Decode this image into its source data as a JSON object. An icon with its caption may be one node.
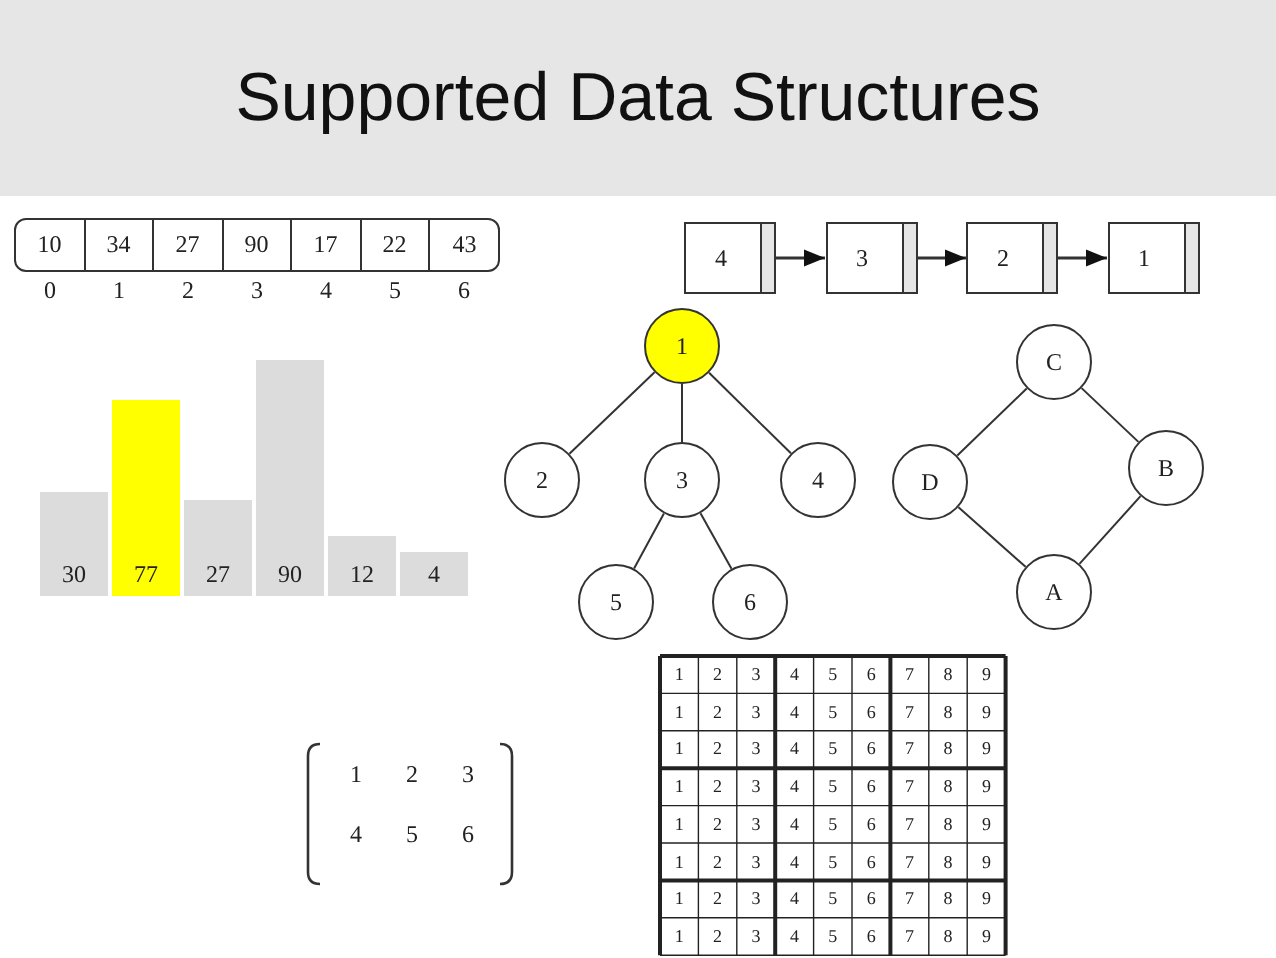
{
  "diagram": {
    "title": "Supported Data Structures",
    "nodes": [
      {
        "text": [
          "10"
        ]
      },
      {
        "text": [
          "34"
        ]
      },
      {
        "text": [
          "27"
        ]
      },
      {
        "text": [
          "90"
        ]
      },
      {
        "text": [
          "17"
        ]
      },
      {
        "text": [
          "22"
        ]
      },
      {
        "text": [
          "43"
        ]
      },
      {
        "text": [
          "4"
        ]
      },
      {
        "text": [
          "3"
        ]
      },
      {
        "text": [
          "2"
        ]
      },
      {
        "text": [
          "1"
        ]
      },
      {
        "text": [
          "30"
        ]
      },
      {
        "text": [
          "77"
        ]
      },
      {
        "text": [
          "27"
        ]
      },
      {
        "text": [
          "90"
        ]
      },
      {
        "text": [
          "12"
        ]
      },
      {
        "text": [
          "4"
        ]
      },
      {
        "text": [
          "1"
        ]
      },
      {
        "text": [
          "2"
        ]
      },
      {
        "text": [
          "3"
        ]
      },
      {
        "text": [
          "4"
        ]
      },
      {
        "text": [
          "5"
        ]
      },
      {
        "text": [
          "6"
        ]
      },
      {
        "text": [
          "C"
        ]
      },
      {
        "text": [
          "D"
        ]
      },
      {
        "text": [
          "B"
        ]
      },
      {
        "text": [
          "A"
        ]
      }
    ],
    "edges": [
      {
        "from": 7,
        "to": 8,
        "arrow": "to"
      },
      {
        "from": 8,
        "to": 9,
        "arrow": "to"
      },
      {
        "from": 9,
        "to": 10,
        "arrow": "to"
      },
      {
        "from": 17,
        "to": 18,
        "arrow": "none"
      },
      {
        "from": 17,
        "to": 19,
        "arrow": "none"
      },
      {
        "from": 17,
        "to": 20,
        "arrow": "none"
      },
      {
        "from": 19,
        "to": 21,
        "arrow": "none"
      },
      {
        "from": 19,
        "to": 22,
        "arrow": "none"
      },
      {
        "from": 23,
        "to": 24,
        "arrow": "none"
      },
      {
        "from": 23,
        "to": 25,
        "arrow": "none"
      },
      {
        "from": 24,
        "to": 26,
        "arrow": "none"
      },
      {
        "from": 25,
        "to": 26,
        "arrow": "none"
      }
    ],
    "labels": [
      "0",
      "1",
      "2",
      "3",
      "4",
      "5",
      "6",
      "1",
      "2",
      "3",
      "4",
      "5",
      "6",
      "1",
      "2",
      "3",
      "4",
      "5",
      "6",
      "7",
      "8",
      "9",
      "1",
      "2",
      "3",
      "4",
      "5",
      "6",
      "7",
      "8",
      "9",
      "1",
      "2",
      "3",
      "4",
      "5",
      "6",
      "7",
      "8",
      "9",
      "1",
      "2",
      "3",
      "4",
      "5",
      "6",
      "7",
      "8",
      "9",
      "1",
      "2",
      "3",
      "4",
      "5",
      "6",
      "7",
      "8",
      "9",
      "1",
      "2",
      "3",
      "4",
      "5",
      "6",
      "7",
      "8",
      "9",
      "1",
      "2",
      "3",
      "4",
      "5",
      "6",
      "7",
      "8",
      "9",
      "1",
      "2",
      "3",
      "4",
      "5",
      "6",
      "7",
      "8",
      "9"
    ]
  }
}
